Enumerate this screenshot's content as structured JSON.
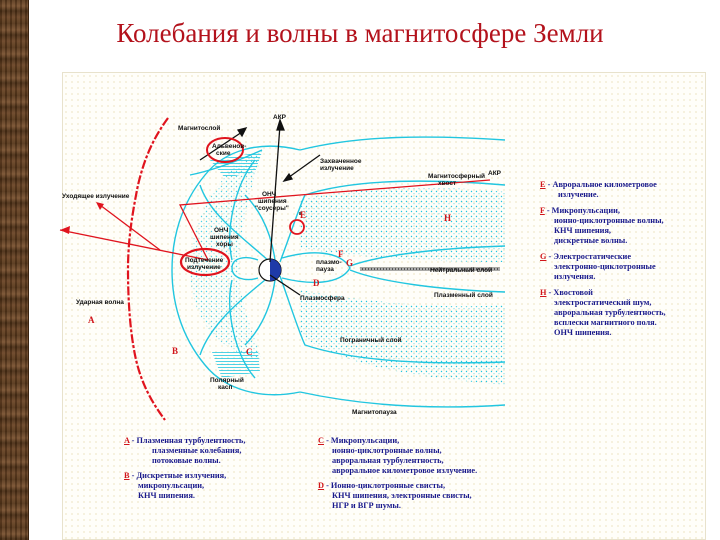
{
  "title": "Колебания и волны в магнитосфере Земли",
  "diagram": {
    "labels": {
      "akr_top": "АКР",
      "akr_right": "АКР",
      "magnetosheath": "Магнитослой",
      "flux_wave_1": "Альвенов-",
      "flux_wave_2": "ские",
      "sheath_emission_1": "Захваченное",
      "sheath_emission_2": "излучение",
      "elf_1": "ОНЧ",
      "elf_2": "шипения",
      "elf_3": "\"соусеры\"",
      "elf_chorus_1": "ОНЧ",
      "elf_chorus_2": "шипения",
      "elf_chorus_3": "хоры",
      "escaping": "Уходящее излучение",
      "tail_1": "Магнитосферный",
      "tail_2": "хвост",
      "trapped_1": "Подтечение",
      "trapped_2": "излучение",
      "plasmapause_1": "плазмо-",
      "plasmapause_2": "пауза",
      "neutral_layer": "Нейтральный слой",
      "plasma_sheet": "Плазменный слой",
      "plasmasphere": "Плазмосфера",
      "bow_shock": "Ударная волна",
      "boundary_layer": "Пограничный слой",
      "polar_cusp_1": "Полярный",
      "polar_cusp_2": "касп",
      "magnetopause": "Магнитопауза"
    },
    "markers": {
      "A": "A",
      "B": "B",
      "C": "C",
      "D": "D",
      "E": "E",
      "F": "F",
      "G": "G",
      "H": "H"
    },
    "colors": {
      "field_lines": "#22c6e0",
      "shock": "#e0141e",
      "text_red": "#d1151b",
      "text_blue": "#1a1a8c"
    }
  },
  "legend_right": [
    {
      "key": "E",
      "lines": [
        "- Авроральное километровое",
        "излучение."
      ]
    },
    {
      "key": "F",
      "lines": [
        "- Микропульсации,",
        "ионно-циклотронные волны,",
        "КНЧ шипения,",
        "дискретные волны."
      ]
    },
    {
      "key": "G",
      "lines": [
        "- Электростатические",
        "электронно-циклотронные",
        "излучения."
      ]
    },
    {
      "key": "H",
      "lines": [
        "- Хвостовой",
        "электростатический шум,",
        "авроральная турбулентность,",
        "всплески магнитного поля.",
        "ОНЧ шипения."
      ]
    }
  ],
  "legend_bottom": [
    {
      "key": "A",
      "lines": [
        "- Плазменная турбулентность,",
        "плазменные колебания,",
        "потоковые волны."
      ]
    },
    {
      "key": "B",
      "lines": [
        "- Дискретные излучения,",
        "микропульсации,",
        "КНЧ шипения."
      ]
    },
    {
      "key": "C",
      "lines": [
        "- Микропульсации,",
        "ионно-циклотронные волны,",
        "авроральная турбулентность,",
        "авроральное километровое излучение."
      ]
    },
    {
      "key": "D",
      "lines": [
        "- Ионно-циклотронные свисты,",
        "КНЧ шипения, электронные свисты,",
        "НГР и ВГР шумы."
      ]
    }
  ]
}
